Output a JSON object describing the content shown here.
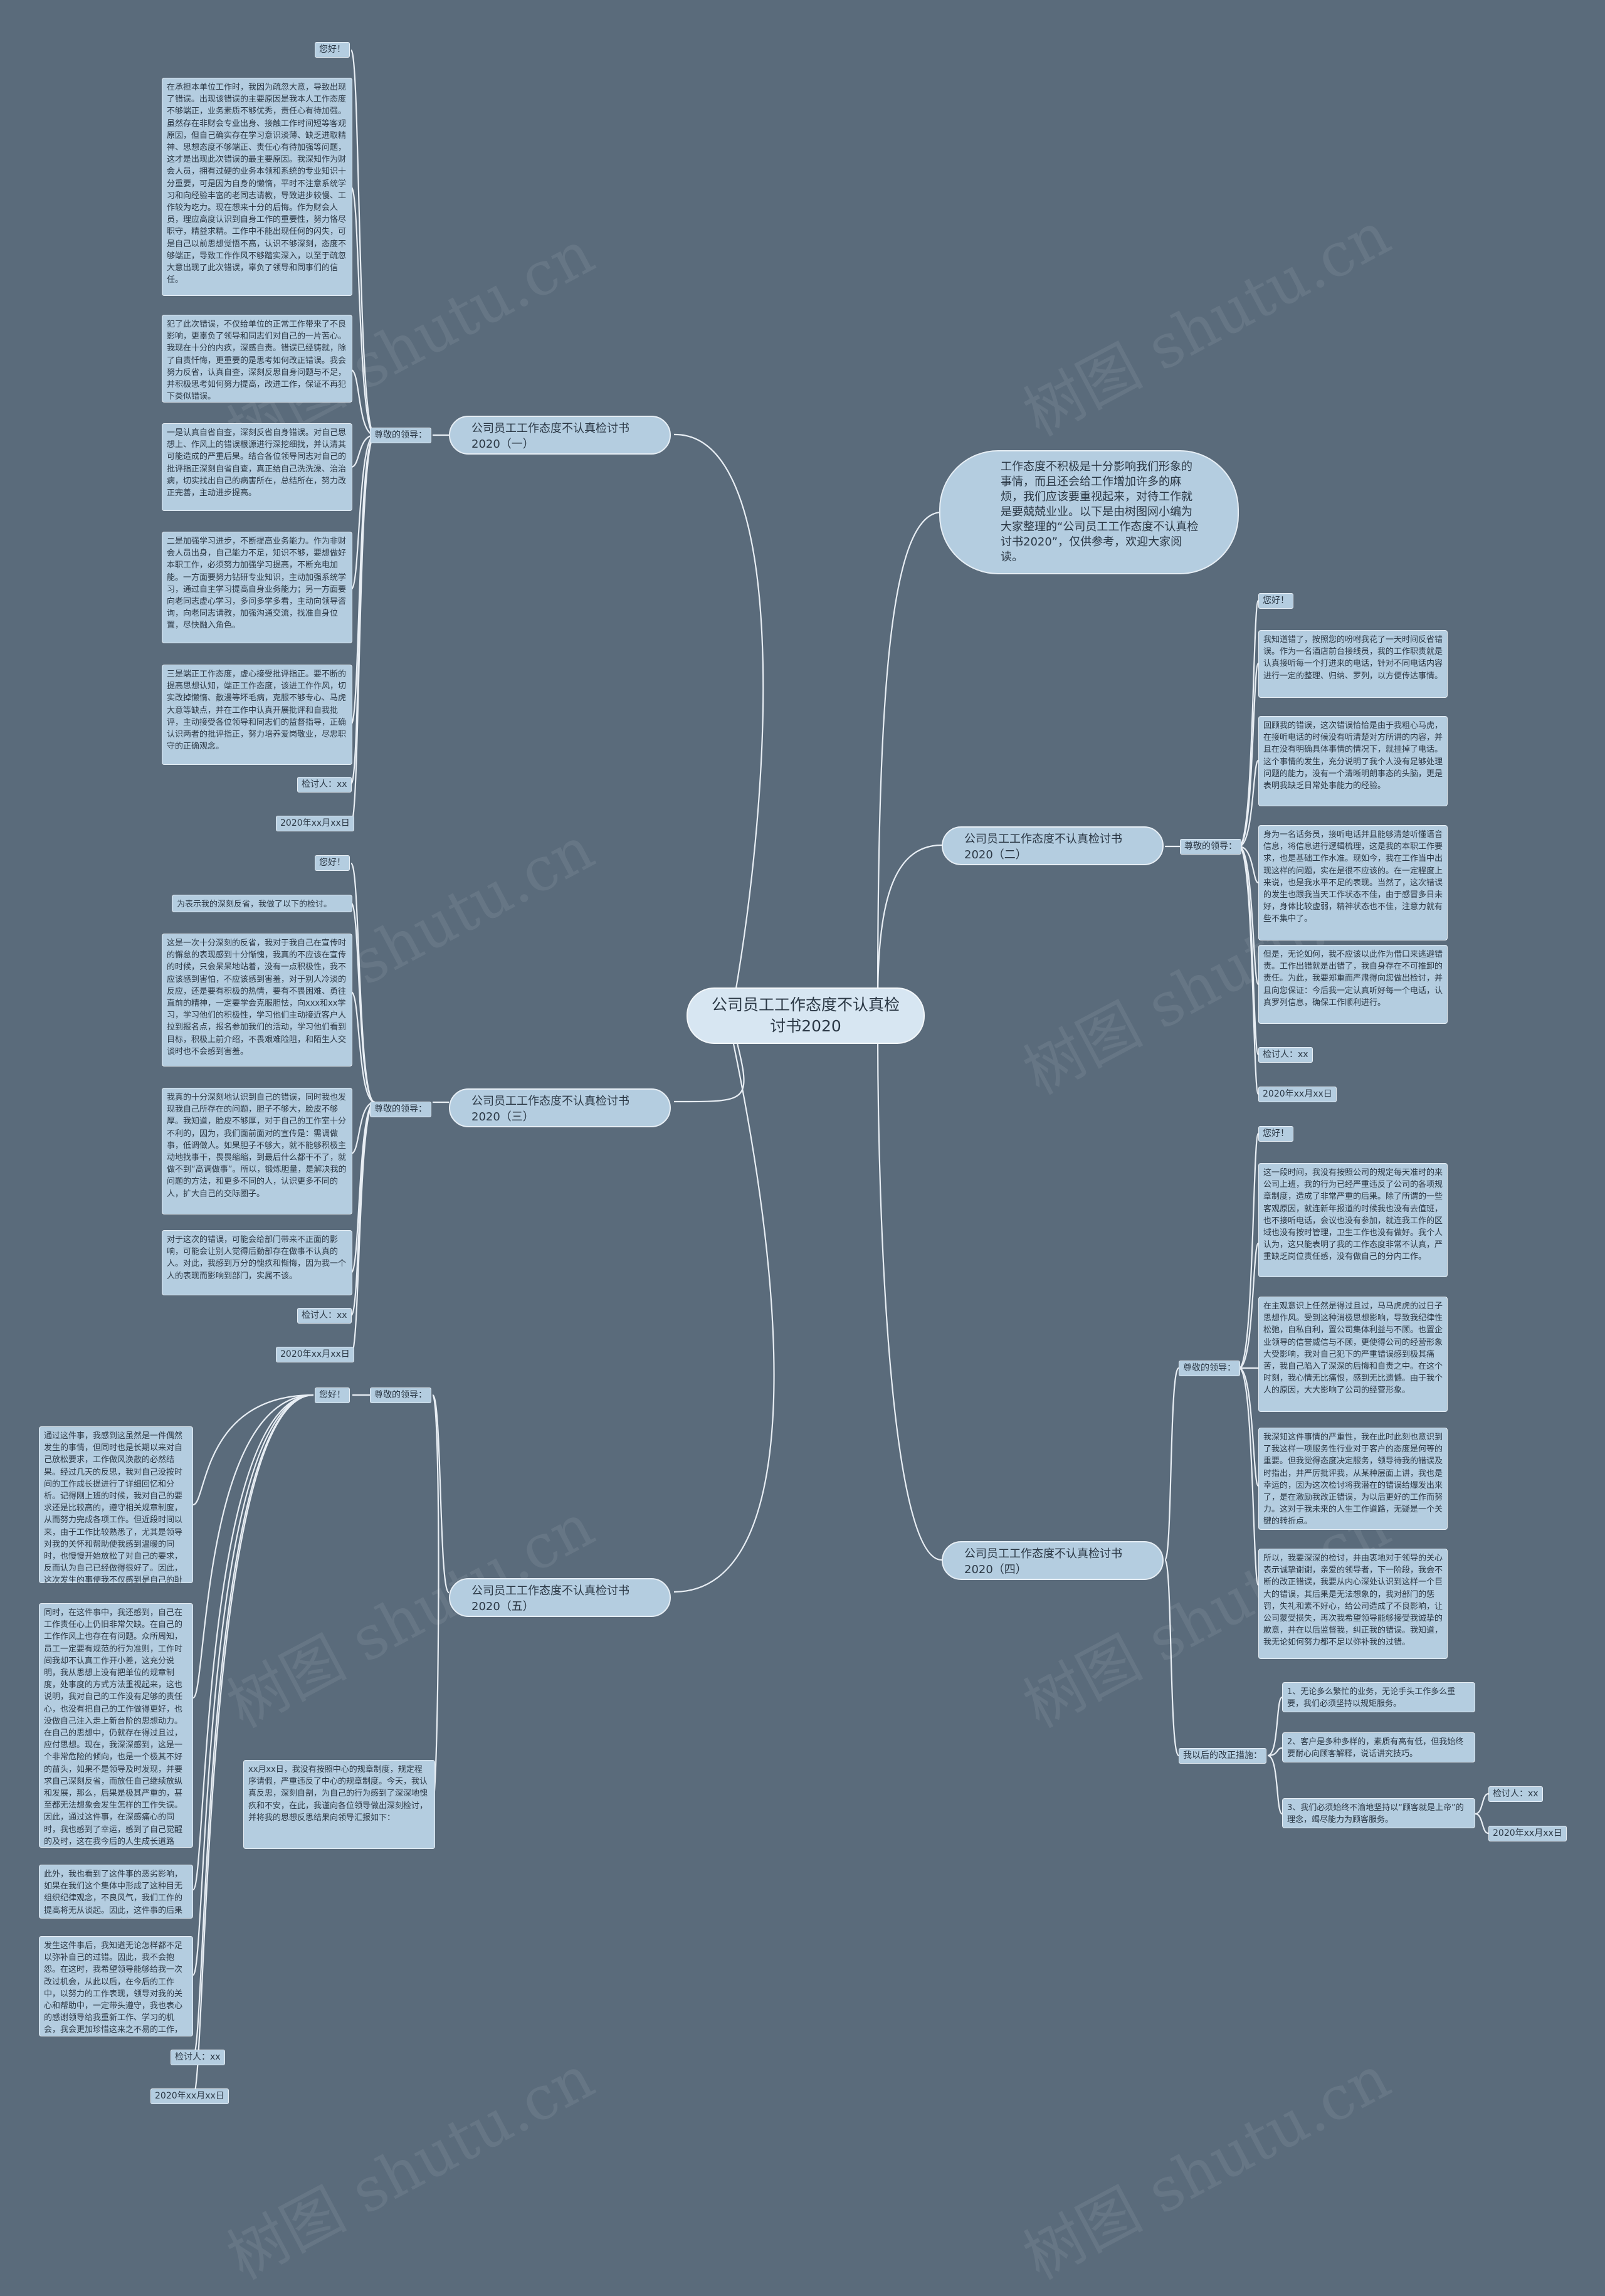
{
  "root": "公司员工工作态度不认真检讨书2020",
  "intro": "工作态度不积极是十分影响我们形象的事情，而且还会给工作增加许多的麻烦，我们应该要重视起来，对待工作就是要兢兢业业。以下是由树图网小编为大家整理的“公司员工工作态度不认真检讨书2020”，仅供参考，欢迎大家阅读。",
  "watermark": "树图 shutu.cn",
  "t1": {
    "title": "公司员工工作态度不认真检讨书2020（一）",
    "greet": "尊敬的领导：",
    "hello": "您好！",
    "p1": "在承担本单位工作时，我因为疏忽大意，导致出现了错误。出现该错误的主要原因是我本人工作态度不够端正，业务素质不够优秀，责任心有待加强。虽然存在非财会专业出身、接触工作时间短等客观原因，但自己确实存在学习意识淡薄、缺乏进取精神、思想态度不够端正、责任心有待加强等问题，这才是出现此次错误的最主要原因。我深知作为财会人员，拥有过硬的业务本领和系统的专业知识十分重要，可是因为自身的懒惰，平时不注意系统学习和向经验丰富的老同志请教，导致进步较慢、工作较为吃力。现在想来十分的后悔。作为财会人员，理应高度认识到自身工作的重要性，努力恪尽职守，精益求精。工作中不能出现任何的闪失，可是自己以前思想觉悟不高，认识不够深刻，态度不够端正，导致工作作风不够踏实深入，以至于疏忽大意出现了此次错误，辜负了领导和同事们的信任。",
    "p2": "犯了此次错误，不仅给单位的正常工作带来了不良影响，更辜负了领导和同志们对自己的一片苦心。我现在十分的内疚，深感自责。错误已经铸就，除了自责忏悔，更重要的是思考如何改正错误。我会努力反省，认真自查，深刻反思自身问题与不足，并积极思考如何努力提高，改进工作，保证不再犯下类似错误。",
    "p3": "一是认真自省自查，深刻反省自身错误。对自己思想上、作风上的错误根源进行深挖细找，并认清其可能造成的严重后果。结合各位领导同志对自己的批评指正深刻自省自查，真正给自己洗洗澡、治治病，切实找出自己的病害所在，总结所在，努力改正完善，主动进步提高。",
    "p4": "二是加强学习进步，不断提高业务能力。作为非财会人员出身，自己能力不足，知识不够，要想做好本职工作，必须努力加强学习提高，不断充电加能。一方面要努力钻研专业知识，主动加强系统学习，通过自主学习提高自身业务能力；另一方面要向老同志虚心学习，多问多学多看，主动向领导咨询，向老同志请教，加强沟通交流，找准自身位置，尽快融入角色。",
    "p5": "三是端正工作态度，虚心接受批评指正。要不断的提高思想认知，端正工作态度，该进工作作风，切实改掉懒惰、散漫等坏毛病，克服不够专心、马虎大意等缺点，并在工作中认真开展批评和自我批评，主动接受各位领导和同志们的监督指导，正确认识两者的批评指正，努力培养爱岗敬业，尽忠职守的正确观念。",
    "sign": "检讨人：xx",
    "date": "2020年xx月xx日"
  },
  "t2": {
    "title": "公司员工工作态度不认真检讨书2020（二）",
    "greet": "尊敬的领导：",
    "hello": "您好！",
    "p1": "我知道错了，按照您的吩咐我花了一天时间反省错误。作为一名酒店前台接线员，我的工作职责就是认真接听每一个打进来的电话，针对不同电话内容进行一定的整理、归纳、罗列，以方便传达事情。",
    "p2": "回顾我的错误，这次错误恰恰是由于我粗心马虎，在接听电话的时候没有听清楚对方所讲的内容，并且在没有明确具体事情的情况下，就挂掉了电话。这个事情的发生，充分说明了我个人没有足够处理问题的能力，没有一个清晰明朗事态的头脑，更是表明我缺乏日常处事能力的经验。",
    "p3": "身为一名话务员，接听电话并且能够清楚听懂语音信息，将信息进行逻辑梳理，这是我的本职工作要求，也是基础工作水准。现如今，我在工作当中出现这样的问题，实在是很不应该的。在一定程度上来说，也是我水平不足的表现。当然了，这次错误的发生也跟我当天工作状态不佳，由于感冒多日未好，身体比较虚弱，精神状态也不佳，注意力就有些不集中了。",
    "p4": "但是，无论如何，我不应该以此作为借口来逃避错责。工作出错就是出错了，我自身存在不可推卸的责任。为此，我要郑重而严肃得向您做出检讨，并且向您保证：今后我一定认真听好每一个电话，认真罗列信息，确保工作顺利进行。",
    "sign": "检讨人：xx",
    "date": "2020年xx月xx日"
  },
  "t3": {
    "title": "公司员工工作态度不认真检讨书2020（三）",
    "greet": "尊敬的领导：",
    "hello": "您好！",
    "p0": "为表示我的深刻反省，我做了以下的检讨。",
    "p1": "这是一次十分深刻的反省，我对于我自己在宣传时的懈怠的表现感到十分惭愧，我真的不应该在宣传的时候，只会呆呆地站着，没有一点积极性，我不应该感到害怕，不应该感到害羞，对于别人冷淡的反应，还是要有积极的热情，要有不畏困难、勇往直前的精神，一定要学会克服胆怯，向xxx和xx学习，学习他们的积极性，学习他们主动接近客户人拉到报名点，报名参加我们的活动，学习他们看到目标，积极上前介绍，不畏艰难险阻，和陌生人交谈时也不会感到害羞。",
    "p2": "我真的十分深刻地认识到自己的错误，同时我也发现我自己所存在的问题，胆子不够大，脸皮不够厚。我知道，脸皮不够厚，对于自己的工作室十分不利的，因为，我们面前面对的宣传是：需调做事，低调做人。如果胆子不够大，就不能够积极主动地找事干，畏畏缩缩，到最后什么都干不了，就做不到“高调做事”。所以，锻炼胆量，是解决我的问题的方法，和更多不同的人，认识更多不同的人，扩大自己的交际圈子。",
    "p3": "对于这次的错误，可能会给部门带来不正面的影响，可能会让别人觉得后勤部存在做事不认真的人。对此，我感到万分的愧疚和惭悔，因为我一个人的表现而影响到部门，实属不该。",
    "sign": "检讨人：xx",
    "date": "2020年xx月xx日"
  },
  "t4": {
    "title": "公司员工工作态度不认真检讨书2020（四）",
    "greet": "尊敬的领导：",
    "hello": "您好！",
    "p1": "这一段时间，我没有按照公司的规定每天准时的来公司上班，我的行为已经严重违反了公司的各项规章制度，造成了非常严重的后果。除了所谓的一些客观原因，就连新年报道的时候我也没有去值班，也不接听电话，会议也没有参加，就连我工作的区域也没有按时管理，卫生工作也没有做好。我个人认为，这只能表明了我的工作态度非常不认真，严重缺乏岗位责任感，没有做自己的分内工作。",
    "p2": "在主观意识上任然是得过且过，马马虎虎的过日子思想作风。受到这种消极思想影响，导致我纪律性松弛，自私自利，置公司集体利益与不顾。也置企业领导的信誉威信与不顾，更使得公司的经营形象大受影响，我对自己犯下的严重错误感到极其痛苦，我自己陷入了深深的后悔和自责之中。在这个时刻，我心情无比痛恨，感到无比遗憾。由于我个人的原因，大大影响了公司的经营形象。",
    "p3": "我深知这件事情的严重性，我在此时此刻也意识到了我这样一项服务性行业对于客户的态度是何等的重要。但我觉得态度决定服务，领导待我的错误及时指出，并严厉批评我，从某种层面上讲，我也是幸运的，因为这次检讨将我潜在的错误给爆发出来了，是在激励我改正错误，为以后更好的工作而努力。这对于我未来的人生工作道路，无疑是一个关键的转折点。",
    "p4": "所以，我要深深的检讨，并由衷地对于领导的关心表示诚挚谢谢，亲爱的领导者，下一阶段，我会不断的改正错误，我要从内心深处认识到这样一个巨大的错误，其后果是无法想象的，我对部门的惩罚，失礼和素不好心，给公司造成了不良影响，让公司蒙受损失，再次我希望领导能够接受我诚挚的歉意，并在以后监督我，纠正我的错误。我知道，我无论如何努力都不足以弥补我的过错。",
    "measure_label": "我以后的改正措施：",
    "m1": "1、无论多么繁忙的业务，无论手头工作多么重要，我们必须坚持以规矩服务。",
    "m2": "2、客户是多种多样的，素质有高有低，但我始终要耐心向顾客解释，说话讲究技巧。",
    "m3": "3、我们必须始终不渝地坚持以“顾客就是上帝”的理念，竭尽能力为顾客服务。",
    "sign": "检讨人：xx",
    "date": "2020年xx月xx日"
  },
  "t5": {
    "title": "公司员工工作态度不认真检讨书2020（五）",
    "greet": "尊敬的领导：",
    "hello": "您好！",
    "p1": "通过这件事，我感到这虽然是一件偶然发生的事情，但同时也是长期以来对自己放松要求，工作做风涣散的必然结果。经过几天的反思，我对自己没按时间的工作成长提进行了详细回忆和分析。记得刚上班的时候，我对自己的要求还是比较高的，遵守相关规章制度，从而努力完成各项工作。但近段时间以来，由于工作比较熟悉了，尤其是领导对我的关怀和帮助使我感到温暖的同时，也慢慢开始放松了对自己的要求，反而认为自己已经做得很好了。因此，这次发生的事使我不仅感到是自己的耻辱，更为重要的是我感到对不起领导对我的信任，愧对领导的关心。",
    "p2": "同时，在这件事中，我还感到，自己在工作责任心上仍旧非常欠缺。在自己的工作作风上也存在有问题。众所周知，员工一定要有规范的行为准则，工作时间我却不认真工作开小差，这充分说明，我从思想上没有把单位的规章制度，处事度的方式方法重视起来，这也说明，我对自己的工作没有足够的责任心，也没有把自己的工作做得更好，也没做自己注入走上新台阶的思想动力。在自己的思想中，仍就存在得过且过，应付思想。现在，我深深感到，这是一个非常危险的倾向，也是一个极其不好的苗头，如果不是领导及时发现，并要求自己深刻反省，而放任自己继续放纵和发展，那么，后果是极其严重的，甚至都无法想象会发生怎样的工作失误。因此，通过这件事，在深感痛心的同时，我也感到了幸运，感到了自己觉醒的及时，这在我今后的人生成长道路上，无疑是一次关键的转折。所以，在此我向您领导做出检讨的同时，也向你们表示发自内心的感谢。",
    "p3": "xx月xx日，我没有按照中心的规章制度，规定程序请假，严重违反了中心的规章制度。今天，我认真反思，深刻自剖，为自己的行为感到了深深地愧疚和不安，在此，我谨向各位领导做出深刻检讨，并将我的思想反思结果向领导汇报如下：",
    "p4": "此外，我也看到了这件事的恶劣影响，如果在我们这个集体中形成了这种目无组织纪律观念，不良风气，我们工作的提高将无从谈起。因此，这件事的后果是严重的，影响是恶劣的。",
    "p5": "发生这件事后，我知道无论怎样都不足以弥补自己的过错。因此，我不会抱怨。在这时，我希望领导能够给我一次改过机会，从此以后，在今后的工作中，以努力的工作表现，领导对我的关心和帮助中，一定带头遵守，我也表心的感谢领导给我重新工作、学习的机会，我会更加珍惜这来之不易的工作，以后将会更加努力，更加认真的学习和工作，请领导相信我。",
    "sign": "检讨人：xx",
    "date": "2020年xx月xx日"
  }
}
